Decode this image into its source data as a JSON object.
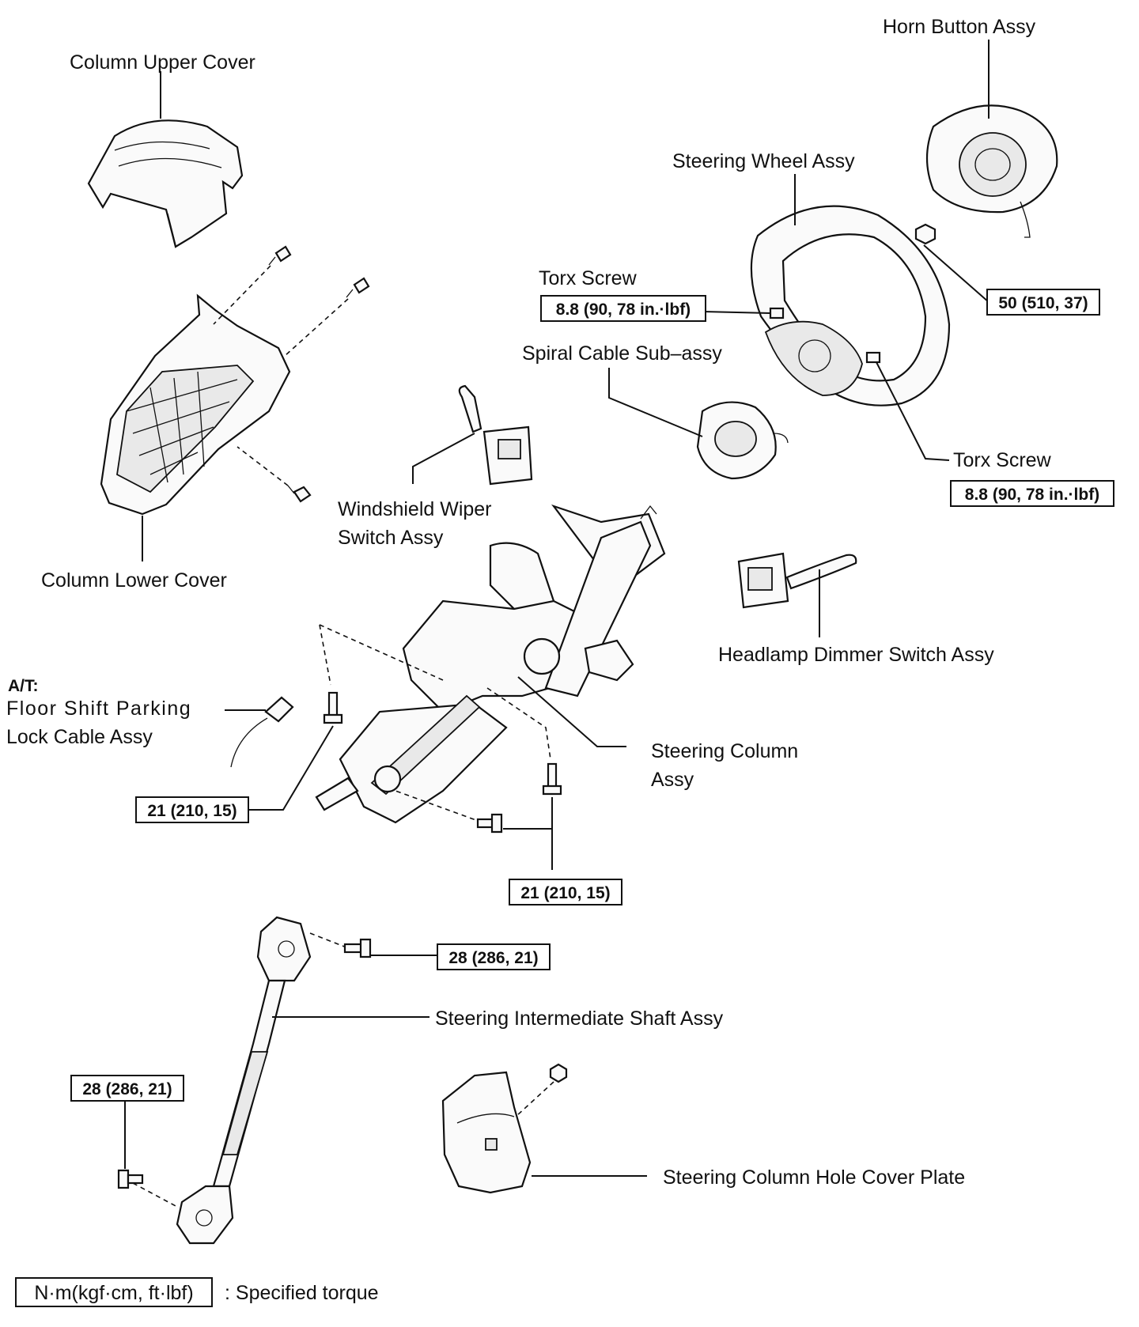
{
  "labels": {
    "horn_button": "Horn Button Assy",
    "column_upper_cover": "Column Upper Cover",
    "steering_wheel": "Steering Wheel Assy",
    "torx_screw_1": "Torx Screw",
    "spiral_cable": "Spiral Cable Sub–assy",
    "torx_screw_2": "Torx Screw",
    "wiper_switch_line1": "Windshield Wiper",
    "wiper_switch_line2": "Switch Assy",
    "column_lower_cover": "Column Lower Cover",
    "headlamp_switch": "Headlamp Dimmer Switch Assy",
    "at_prefix": "A/T:",
    "parking_lock_line1": "Floor Shift Parking",
    "parking_lock_line2": "Lock Cable Assy",
    "steering_column_line1": "Steering Column",
    "steering_column_line2": "Assy",
    "intermediate_shaft": "Steering Intermediate Shaft Assy",
    "hole_cover_plate": "Steering Column Hole Cover Plate"
  },
  "torques": {
    "horn_nut": "50 (510, 37)",
    "torx_1": "8.8 (90, 78 in.·lbf)",
    "torx_2": "8.8 (90, 78 in.·lbf)",
    "column_left": "21 (210, 15)",
    "column_bottom": "21 (210, 15)",
    "shaft_upper": "28 (286, 21)",
    "shaft_lower": "28 (286, 21)"
  },
  "legend": {
    "unit_box": "N·m(kgf·cm, ft·lbf)",
    "text": ": Specified torque"
  }
}
